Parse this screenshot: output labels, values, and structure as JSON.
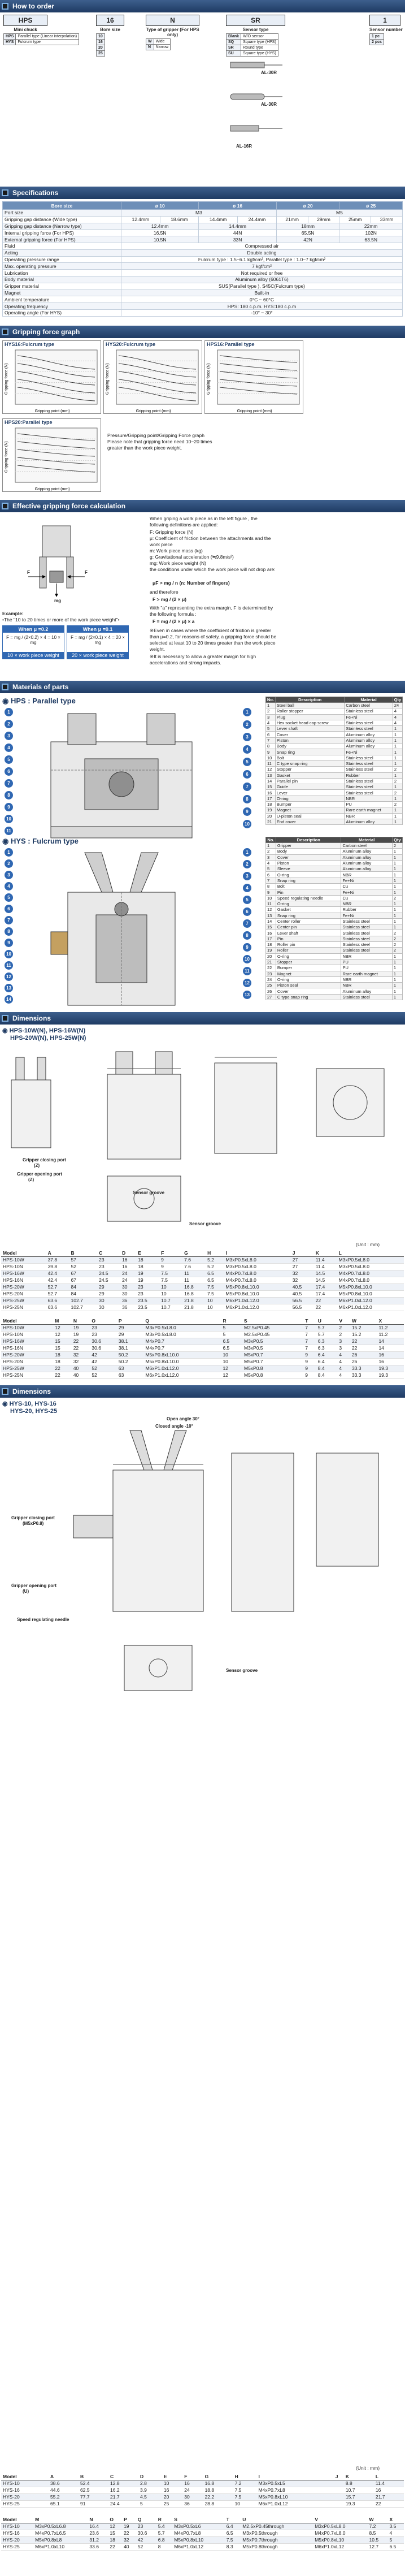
{
  "sections": {
    "order": "How to order",
    "spec": "Specifications",
    "chart": "Gripping force graph",
    "calc": "Effective gripping force calculation",
    "materials": "Materials of parts",
    "dims1": "Dimensions",
    "dims2": "Dimensions"
  },
  "order": {
    "model_code": "HPS",
    "bore_code": "16",
    "type_code": "N",
    "sensor_code": "SR",
    "qty_code": "1",
    "model_label": "Mini chuck",
    "bore_label": "Bore size",
    "type_label": "Type of gripper (For HPS only)",
    "sensor_label": "Sensor type",
    "qty_label": "Sensor number",
    "model_rows": [
      {
        "k": "HPS",
        "v": "Parallel type (Linear interpolation)"
      },
      {
        "k": "HYS",
        "v": "Fulcrum type"
      }
    ],
    "bore_rows": [
      "10",
      "16",
      "20",
      "25"
    ],
    "type_rows": [
      {
        "k": "W",
        "v": "Wide"
      },
      {
        "k": "N",
        "v": "Narrow"
      }
    ],
    "sensor_rows": [
      {
        "k": "Blank",
        "v": "W/O sensor"
      },
      {
        "k": "SQ",
        "v": "Square type (HPS)"
      },
      {
        "k": "SR",
        "v": "Round type"
      },
      {
        "k": "SU",
        "v": "Square type (HYS)"
      }
    ],
    "qty_rows": [
      "1 pc",
      "2 pcs"
    ],
    "sensor_models": [
      "AL-30R",
      "AL-30R",
      "AL-16R"
    ]
  },
  "spec": {
    "headers": [
      "Bore size",
      "ø 10",
      "ø 16",
      "ø 20",
      "ø 25"
    ],
    "rows": [
      {
        "label": "Port size",
        "cells": [
          "M3",
          "M5"
        ],
        "spans": [
          2,
          2
        ]
      },
      {
        "label": "Gripping gap distance (Wide type)",
        "cells": [
          "12.4mm",
          "18.6mm",
          "14.4mm",
          "24.4mm",
          "21mm",
          "29mm",
          "25mm",
          "33mm"
        ],
        "spans": [
          1,
          1,
          1,
          1,
          1,
          1,
          1,
          1
        ]
      },
      {
        "label": "Gripping gap distance (Narrow type)",
        "cells": [
          "12.4mm",
          "14.4mm",
          "18mm",
          "22mm"
        ],
        "spans": [
          1,
          1,
          1,
          1
        ]
      },
      {
        "label": "Internal gripping force (For HPS)",
        "cells": [
          "16.5N",
          "44N",
          "65.5N",
          "102N"
        ],
        "spans": [
          1,
          1,
          1,
          1
        ]
      },
      {
        "label": "External gripping force (For HPS)",
        "cells": [
          "10.5N",
          "33N",
          "42N",
          "63.5N"
        ],
        "spans": [
          1,
          1,
          1,
          1
        ]
      },
      {
        "label": "Fluid",
        "cells": [
          "Compressed air"
        ],
        "spans": [
          4
        ]
      },
      {
        "label": "Acting",
        "cells": [
          "Double acting"
        ],
        "spans": [
          4
        ]
      },
      {
        "label": "Operating pressure range",
        "cells": [
          "Fulcrum type : 1.5~6.1 kgf/cm², Parallel type : 1.0~7 kgf/cm²"
        ],
        "spans": [
          4
        ]
      },
      {
        "label": "Max. operating pressure",
        "cells": [
          "7 kgf/cm²"
        ],
        "spans": [
          4
        ]
      },
      {
        "label": "Lubrication",
        "cells": [
          "Not required or free"
        ],
        "spans": [
          4
        ]
      },
      {
        "label": "Body material",
        "cells": [
          "Aluminum alloy (6061T6)"
        ],
        "spans": [
          4
        ]
      },
      {
        "label": "Gripper material",
        "cells": [
          "SUS(Parallel type ), S45C(Fulcrum type)"
        ],
        "spans": [
          4
        ]
      },
      {
        "label": "Magnet",
        "cells": [
          "Built-in"
        ],
        "spans": [
          4
        ]
      },
      {
        "label": "Ambient temperature",
        "cells": [
          "0°C ~ 60°C"
        ],
        "spans": [
          4
        ]
      },
      {
        "label": "Operating frequency",
        "cells": [
          "HPS: 180 c.p.m.   HYS:180 c.p.m"
        ],
        "spans": [
          4
        ]
      },
      {
        "label": "Operating angle (For HYS)",
        "cells": [
          "-10° ~ 30°"
        ],
        "spans": [
          4
        ]
      }
    ]
  },
  "charts": [
    {
      "title": "HYS16:Fulcrum type",
      "xlabel": "Gripping point (mm)",
      "ylabel": "Gripping force (N)"
    },
    {
      "title": "HYS20:Fulcrum type",
      "xlabel": "Gripping point (mm)",
      "ylabel": "Gripping force (N)"
    },
    {
      "title": "HPS16:Parallel type",
      "xlabel": "Gripping point (mm)",
      "ylabel": "Gripping force (N)"
    },
    {
      "title": "HPS20:Parallel type",
      "xlabel": "Gripping point (mm)",
      "ylabel": "Gripping force (N)"
    }
  ],
  "chart_note": "Pressure/Gripping point/Gripping Force graph\nPlease note that gripping force need 10~20 times\ngreater than the work piece weight.",
  "calc": {
    "para1": "When griping a work piece as in the left figure , the following definitions are applied:",
    "defs": [
      "F: Gripping force (N)",
      "μ: Coefficient of friction between the attachments and the work piece",
      "m: Work piece mass (kg)",
      "g: Gravitational acceleration (≒9.8m/s²)",
      "mg: Work piece weight (N)"
    ],
    "para2": "the conditions under which the work piece will not drop are:",
    "formula1": "μF > mg / n   (n: Number of fingers)",
    "para3": "and therefore",
    "formula2": "F > mg / (2 × μ)",
    "para4": "With \"a\" representing the extra margin, F is determined by the following formula :",
    "formula3": "F = mg / (2 × μ) × a",
    "para5": "※Even in cases where the coefficient of friction is greater than μ=0.2, for reasons of safety, a gripping force should be selected at least 10 to 20 times greater than the work piece weight.",
    "para6": "※It is necessary to allow a greater margin for high accelerations and strong impacts.",
    "example_title": "Example:",
    "example_text": "•The \"10 to 20 times or more of the work piece weight\"•",
    "ex_head_1": "When μ =0.2",
    "ex_head_2": "When μ =0.1",
    "ex_body_1": "F = mg / (2×0.2) × 4 = 10 × mg",
    "ex_body_2": "F = mg / (2×0.1) × 4 = 20 × mg",
    "ex_foot_1": "10 × work piece weight",
    "ex_foot_2": "20 × work piece weight",
    "fig_labels": [
      "F",
      "F",
      "mg"
    ]
  },
  "hps": {
    "title": "HPS : Parallel type",
    "headers": [
      "No.",
      "Description",
      "Material",
      "Qty"
    ],
    "rows": [
      [
        "1",
        "Steel ball",
        "Carbon steel",
        "24"
      ],
      [
        "2",
        "Roller stopper",
        "Stainless steel",
        "4"
      ],
      [
        "3",
        "Plug",
        "Fe+Ni",
        "4"
      ],
      [
        "4",
        "Hex socket head cap screw",
        "Stainless steel",
        "4"
      ],
      [
        "5",
        "Lever shaft",
        "Stainless steel",
        "1"
      ],
      [
        "6",
        "Cover",
        "Aluminum alloy",
        "1"
      ],
      [
        "7",
        "Piston",
        "Aluminum alloy",
        "1"
      ],
      [
        "8",
        "Body",
        "Aluminum alloy",
        "1"
      ],
      [
        "9",
        "Snap ring",
        "Fe+Ni",
        "1"
      ],
      [
        "10",
        "Bolt",
        "Stainless steel",
        "1"
      ],
      [
        "11",
        "C type snap ring",
        "Stainless steel",
        "1"
      ],
      [
        "12",
        "Stopper",
        "Stainless steel",
        "2"
      ],
      [
        "13",
        "Gasket",
        "Rubber",
        "1"
      ],
      [
        "14",
        "Parallel pin",
        "Stainless steel",
        "2"
      ],
      [
        "15",
        "Guide",
        "Stainless steel",
        "1"
      ],
      [
        "16",
        "Lever",
        "Stainless steel",
        "2"
      ],
      [
        "17",
        "O-ring",
        "NBR",
        "1"
      ],
      [
        "18",
        "Bumper",
        "PU",
        "2"
      ],
      [
        "19",
        "Magnet",
        "Rare earth magnet",
        "1"
      ],
      [
        "20",
        "U-piston seal",
        "NBR",
        "1"
      ],
      [
        "21",
        "End cover",
        "Aluminum alloy",
        "1"
      ]
    ]
  },
  "hys": {
    "title": "HYS : Fulcrum type",
    "headers": [
      "No.",
      "Description",
      "Material",
      "Qty"
    ],
    "rows": [
      [
        "1",
        "Gripper",
        "Carbon steel",
        "2"
      ],
      [
        "2",
        "Body",
        "Aluminum alloy",
        "1"
      ],
      [
        "3",
        "Cover",
        "Aluminum alloy",
        "1"
      ],
      [
        "4",
        "Piston",
        "Aluminum alloy",
        "1"
      ],
      [
        "5",
        "Sleeve",
        "Aluminum alloy",
        "1"
      ],
      [
        "6",
        "O-ring",
        "NBR",
        "1"
      ],
      [
        "7",
        "Snap ring",
        "Fe+Ni",
        "1"
      ],
      [
        "8",
        "Bolt",
        "Cu",
        "1"
      ],
      [
        "9",
        "Pin",
        "Fe+Ni",
        "1"
      ],
      [
        "10",
        "Speed regulating needle",
        "Cu",
        "2"
      ],
      [
        "11",
        "O-ring",
        "NBR",
        "1"
      ],
      [
        "12",
        "Gasket",
        "Rubber",
        "1"
      ],
      [
        "13",
        "Snap ring",
        "Fe+Ni",
        "1"
      ],
      [
        "14",
        "Center roller",
        "Stainless steel",
        "1"
      ],
      [
        "15",
        "Center pin",
        "Stainless steel",
        "1"
      ],
      [
        "16",
        "Lever shaft",
        "Stainless steel",
        "2"
      ],
      [
        "17",
        "Pin",
        "Stainless steel",
        "2"
      ],
      [
        "18",
        "Roller pin",
        "Stainless steel",
        "2"
      ],
      [
        "19",
        "Roller",
        "Stainless steel",
        "2"
      ],
      [
        "20",
        "O-ring",
        "NBR",
        "1"
      ],
      [
        "21",
        "Stopper",
        "PU",
        "1"
      ],
      [
        "22",
        "Bumper",
        "PU",
        "1"
      ],
      [
        "23",
        "Magnet",
        "Rare earth magnet",
        "1"
      ],
      [
        "24",
        "O-ring",
        "NBR",
        "1"
      ],
      [
        "25",
        "Piston seal",
        "NBR",
        "1"
      ],
      [
        "26",
        "Cover",
        "Aluminum alloy",
        "1"
      ],
      [
        "27",
        "C type snap ring",
        "Stainless steel",
        "1"
      ]
    ]
  },
  "dims1": {
    "heading_lines": [
      "HPS-10W(N), HPS-16W(N)",
      "HPS-20W(N), HPS-25W(N)"
    ],
    "labels": {
      "closing": "Gripper closing port",
      "closing_sub": "(Z)",
      "opening": "Gripper opening port",
      "opening_sub": "(Z)",
      "sensor": "Sensor groove",
      "sensor2": "Sensor groove"
    },
    "unit": "(Unit : mm)",
    "headers1": [
      "Model",
      "A",
      "B",
      "C",
      "D",
      "E",
      "F",
      "G",
      "H",
      "I",
      "J",
      "K",
      "L"
    ],
    "rows1": [
      [
        "HPS-10W",
        "37.8",
        "57",
        "23",
        "16",
        "18",
        "9",
        "7.6",
        "5.2",
        "M3xP0.5xL8.0",
        "27",
        "11.4",
        "M3xP0.5xL8.0"
      ],
      [
        "HPS-10N",
        "39.8",
        "52",
        "23",
        "16",
        "18",
        "9",
        "7.6",
        "5.2",
        "M3xP0.5xL8.0",
        "27",
        "11.4",
        "M3xP0.5xL8.0"
      ],
      [
        "HPS-16W",
        "42.4",
        "67",
        "24.5",
        "24",
        "19",
        "7.5",
        "11",
        "6.5",
        "M4xP0.7xL8.0",
        "32",
        "14.5",
        "M4xP0.7xL8.0"
      ],
      [
        "HPS-16N",
        "42.4",
        "67",
        "24.5",
        "24",
        "19",
        "7.5",
        "11",
        "6.5",
        "M4xP0.7xL8.0",
        "32",
        "14.5",
        "M4xP0.7xL8.0"
      ],
      [
        "HPS-20W",
        "52.7",
        "84",
        "29",
        "30",
        "23",
        "10",
        "16.8",
        "7.5",
        "M5xP0.8xL10.0",
        "40.5",
        "17.4",
        "M5xP0.8xL10.0"
      ],
      [
        "HPS-20N",
        "52.7",
        "84",
        "29",
        "30",
        "23",
        "10",
        "16.8",
        "7.5",
        "M5xP0.8xL10.0",
        "40.5",
        "17.4",
        "M5xP0.8xL10.0"
      ],
      [
        "HPS-25W",
        "63.6",
        "102.7",
        "30",
        "36",
        "23.5",
        "10.7",
        "21.8",
        "10",
        "M6xP1.0xL12.0",
        "56.5",
        "22",
        "M6xP1.0xL12.0"
      ],
      [
        "HPS-25N",
        "63.6",
        "102.7",
        "30",
        "36",
        "23.5",
        "10.7",
        "21.8",
        "10",
        "M6xP1.0xL12.0",
        "56.5",
        "22",
        "M6xP1.0xL12.0"
      ]
    ],
    "headers2": [
      "Model",
      "M",
      "N",
      "O",
      "P",
      "Q",
      "R",
      "S",
      "T",
      "U",
      "V",
      "W",
      "X"
    ],
    "rows2": [
      [
        "HPS-10W",
        "12",
        "19",
        "23",
        "29",
        "M3xP0.5xL8.0",
        "5",
        "M2.5xP0.45",
        "7",
        "5.7",
        "2",
        "15.2",
        "11.2"
      ],
      [
        "HPS-10N",
        "12",
        "19",
        "23",
        "29",
        "M3xP0.5xL8.0",
        "5",
        "M2.5xP0.45",
        "7",
        "5.7",
        "2",
        "15.2",
        "11.2"
      ],
      [
        "HPS-16W",
        "15",
        "22",
        "30.6",
        "38.1",
        "M4xP0.7",
        "6.5",
        "M3xP0.5",
        "7",
        "6.3",
        "3",
        "22",
        "14"
      ],
      [
        "HPS-16N",
        "15",
        "22",
        "30.6",
        "38.1",
        "M4xP0.7",
        "6.5",
        "M3xP0.5",
        "7",
        "6.3",
        "3",
        "22",
        "14"
      ],
      [
        "HPS-20W",
        "18",
        "32",
        "42",
        "50.2",
        "M5xP0.8xL10.0",
        "10",
        "M5xP0.7",
        "9",
        "6.4",
        "4",
        "26",
        "16"
      ],
      [
        "HPS-20N",
        "18",
        "32",
        "42",
        "50.2",
        "M5xP0.8xL10.0",
        "10",
        "M5xP0.7",
        "9",
        "6.4",
        "4",
        "26",
        "16"
      ],
      [
        "HPS-25W",
        "22",
        "40",
        "52",
        "63",
        "M6xP1.0xL12.0",
        "12",
        "M5xP0.8",
        "9",
        "8.4",
        "4",
        "33.3",
        "19.3"
      ],
      [
        "HPS-25N",
        "22",
        "40",
        "52",
        "63",
        "M6xP1.0xL12.0",
        "12",
        "M5xP0.8",
        "9",
        "8.4",
        "4",
        "33.3",
        "19.3"
      ]
    ]
  },
  "dims2": {
    "heading_lines": [
      "HYS-10, HYS-16",
      "HYS-20, HYS-25"
    ],
    "labels": {
      "open_angle": "Open angle 30°",
      "closed_angle": "Closed angle -10°",
      "closing": "Gripper closing port",
      "closing_sub": "(M5xP0.8)",
      "opening": "Gripper opening port",
      "opening_sub": "(U)",
      "speed": "Speed regulating needle",
      "sensor": "Sensor groove"
    },
    "unit": "(Unit : mm)",
    "headers1": [
      "Model",
      "A",
      "B",
      "C",
      "D",
      "E",
      "F",
      "G",
      "H",
      "I",
      "J",
      "K",
      "L"
    ],
    "rows1": [
      [
        "HYS-10",
        "38.6",
        "52.4",
        "12.8",
        "2.8",
        "10",
        "16",
        "16.8",
        "7.2",
        "M3xP0.5xL5",
        "",
        "8.8",
        "11.4"
      ],
      [
        "HYS-16",
        "44.6",
        "62.5",
        "16.2",
        "3.9",
        "16",
        "24",
        "18.8",
        "7.5",
        "M4xP0.7xL8",
        "",
        "10.7",
        "16"
      ],
      [
        "HYS-20",
        "55.2",
        "77.7",
        "21.7",
        "4.5",
        "20",
        "30",
        "22.2",
        "7.5",
        "M5xP0.8xL10",
        "",
        "15.7",
        "21.7"
      ],
      [
        "HYS-25",
        "65.1",
        "91",
        "24.4",
        "5",
        "25",
        "36",
        "28.8",
        "10",
        "M6xP1.0xL12",
        "",
        "19.3",
        "22"
      ]
    ],
    "headers2": [
      "Model",
      "M",
      "N",
      "O",
      "P",
      "Q",
      "R",
      "S",
      "T",
      "U",
      "V",
      "W",
      "X"
    ],
    "rows2": [
      [
        "HYS-10",
        "M3xP0.5xL6.8",
        "16.4",
        "12",
        "19",
        "23",
        "5.4",
        "M3xP0.5xL6",
        "6.4",
        "M2.5xP0.45through",
        "M3xP0.5xL8.0",
        "7.2",
        "3.5"
      ],
      [
        "HYS-16",
        "M4xP0.7xL6.5",
        "23.6",
        "15",
        "22",
        "30.6",
        "5.7",
        "M4xP0.7xL8",
        "6.5",
        "M3xP0.5through",
        "M4xP0.7xL8.0",
        "8.5",
        "4"
      ],
      [
        "HYS-20",
        "M5xP0.8xL8",
        "31.2",
        "18",
        "32",
        "42",
        "6.8",
        "M5xP0.8xL10",
        "7.5",
        "M5xP0.7through",
        "M5xP0.8xL10",
        "10.5",
        "5"
      ],
      [
        "HYS-25",
        "M6xP1.0xL10",
        "33.6",
        "22",
        "40",
        "52",
        "8",
        "M6xP1.0xL12",
        "8.3",
        "M5xP0.8through",
        "M6xP1.0xL12",
        "12.7",
        "6.5"
      ]
    ]
  }
}
